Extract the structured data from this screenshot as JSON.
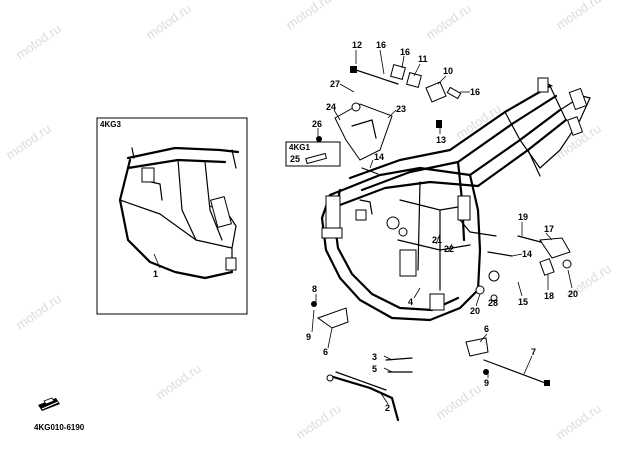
{
  "diagram": {
    "watermark": "motod.ru",
    "document_code": "4KG010-6190",
    "inset": {
      "model_tag": "4KG3",
      "callout": "1"
    },
    "sub_tag": "4KG1",
    "callouts": [
      "12",
      "16",
      "16",
      "11",
      "10",
      "27",
      "24",
      "23",
      "16",
      "13",
      "26",
      "25",
      "14",
      "19",
      "17",
      "21",
      "22",
      "14",
      "18",
      "20",
      "15",
      "28",
      "20",
      "4",
      "8",
      "9",
      "6",
      "6",
      "3",
      "5",
      "9",
      "7",
      "2"
    ]
  }
}
